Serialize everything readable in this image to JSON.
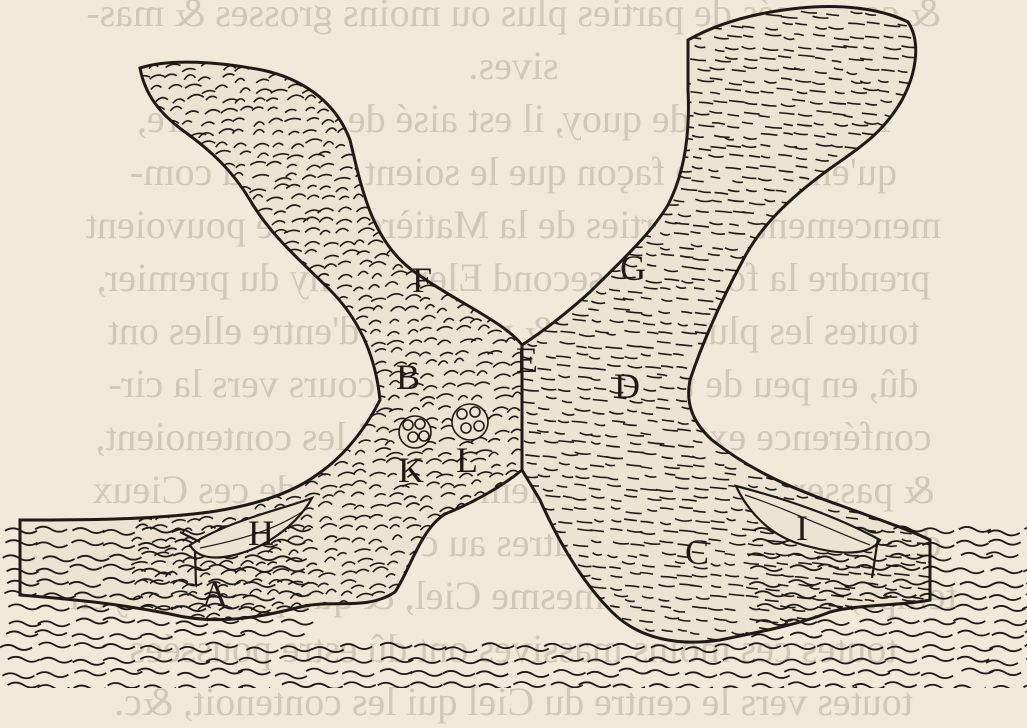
{
  "show_through_text": [
    "& composés de parties plus ou moins grosses & mas-",
    "sives.",
    "A l'exemple de quoy, il est aisé de comprendre,",
    "qu'en quelque façon que le soient meus au com-",
    "mencement les parties de la Matière qui ne pouvoient",
    "prendre la forme du second Element, ny du premier,",
    "toutes les plus grosses & massives d'entre elles ont",
    "dû, en peu de temps, prendre leur cours vers la cir-",
    "conférence extérieure des Cieux qui les contenoient,",
    "& passer apres continuellement au delà de ces Cieux",
    "dans les autres; & les autres au contraire beaucoup de",
    "temps, tournant en ce mesme Ciel, & que par ce moyen",
    "toutes ces moins massives ont dû estre poussées",
    "toutes vers le centre du Ciel qui les contenoit, &c."
  ],
  "labels": [
    {
      "id": "A",
      "text": "A"
    },
    {
      "id": "B",
      "text": "B"
    },
    {
      "id": "C",
      "text": "C"
    },
    {
      "id": "D",
      "text": "D"
    },
    {
      "id": "E",
      "text": "E"
    },
    {
      "id": "F",
      "text": "F"
    },
    {
      "id": "G",
      "text": "G"
    },
    {
      "id": "H",
      "text": "H"
    },
    {
      "id": "I",
      "text": "I"
    },
    {
      "id": "K",
      "text": "K"
    },
    {
      "id": "L",
      "text": "L"
    }
  ],
  "colors": {
    "paper": "#f1e9da",
    "ink": "#1f1a15",
    "bleed_text": "#cfc5b4"
  }
}
